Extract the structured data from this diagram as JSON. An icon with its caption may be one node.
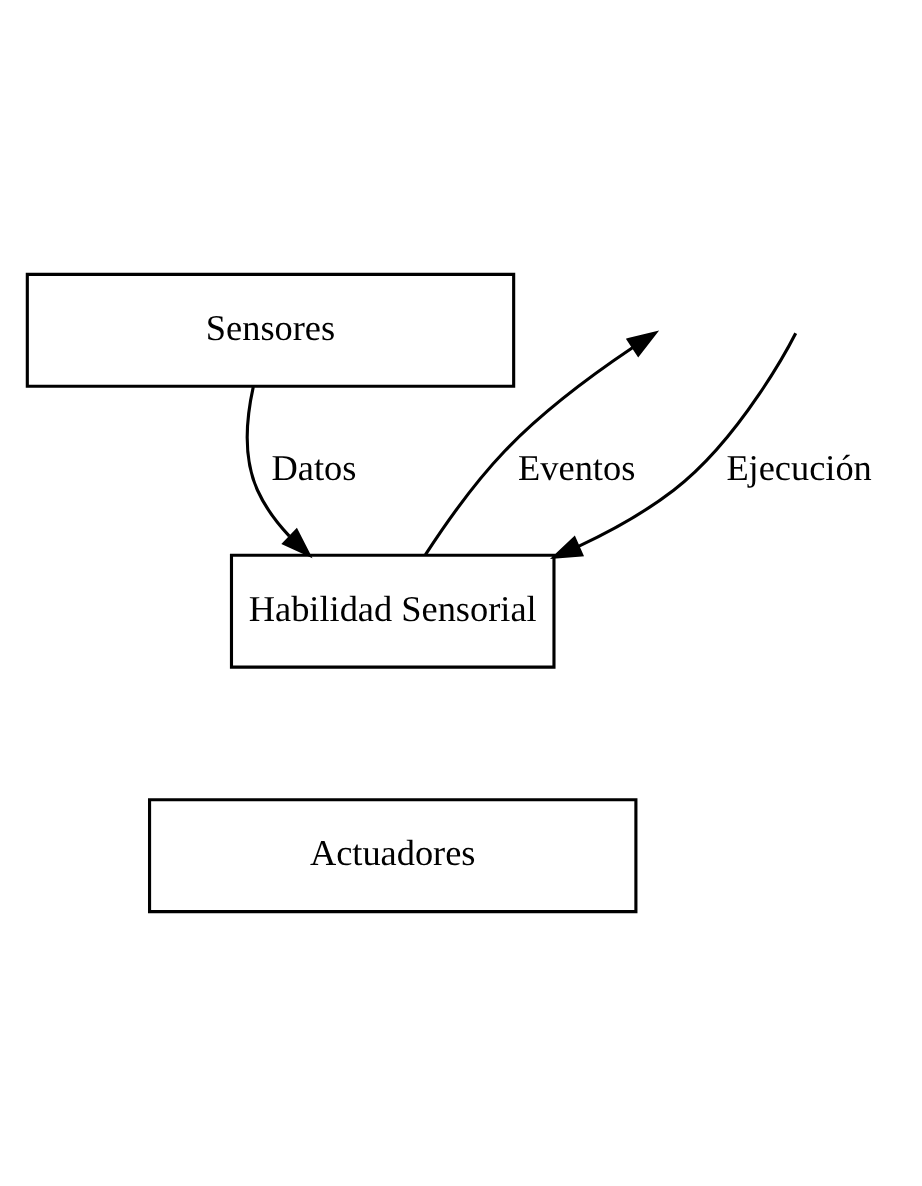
{
  "diagram": {
    "nodes": [
      {
        "text": [
          "Sensores"
        ]
      },
      {
        "text": [
          "Habilidad Sensorial"
        ]
      },
      {
        "text": [
          "Actuadores"
        ]
      }
    ],
    "edges": [
      {
        "from": 0,
        "to": 1,
        "arrow": "to",
        "label": "Datos"
      },
      {
        "from": null,
        "to": 1,
        "arrow": "to",
        "label": "Ejecución"
      },
      {
        "from": 1,
        "to": null,
        "arrow": "to",
        "label": "Eventos"
      }
    ]
  }
}
